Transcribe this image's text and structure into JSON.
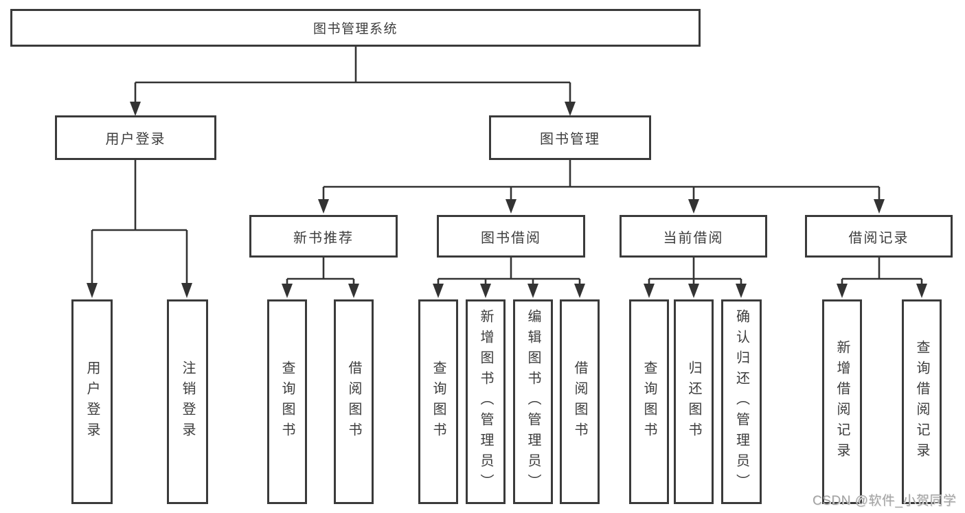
{
  "tree": {
    "root": {
      "label": "图书管理系统",
      "children": [
        {
          "label": "用户登录",
          "children": [
            {
              "label": "用户登录"
            },
            {
              "label": "注销登录"
            }
          ]
        },
        {
          "label": "图书管理",
          "children": [
            {
              "label": "新书推荐",
              "children": [
                {
                  "label": "查询图书"
                },
                {
                  "label": "借阅图书"
                }
              ]
            },
            {
              "label": "图书借阅",
              "children": [
                {
                  "label": "查询图书"
                },
                {
                  "label": "新增图书（管理员）"
                },
                {
                  "label": "编辑图书（管理员）"
                },
                {
                  "label": "借阅图书"
                }
              ]
            },
            {
              "label": "当前借阅",
              "children": [
                {
                  "label": "查询图书"
                },
                {
                  "label": "归还图书"
                },
                {
                  "label": "确认归还（管理员）"
                }
              ]
            },
            {
              "label": "借阅记录",
              "children": [
                {
                  "label": "新增借阅记录"
                },
                {
                  "label": "查询借阅记录"
                }
              ]
            }
          ]
        }
      ]
    }
  },
  "watermark": "CSDN @软件_小贺同学",
  "colors": {
    "line": "#333333",
    "box_border": "#3a3a3a",
    "text": "#3c3c3c",
    "watermark": "#a3a3a3",
    "background": "#ffffff"
  }
}
